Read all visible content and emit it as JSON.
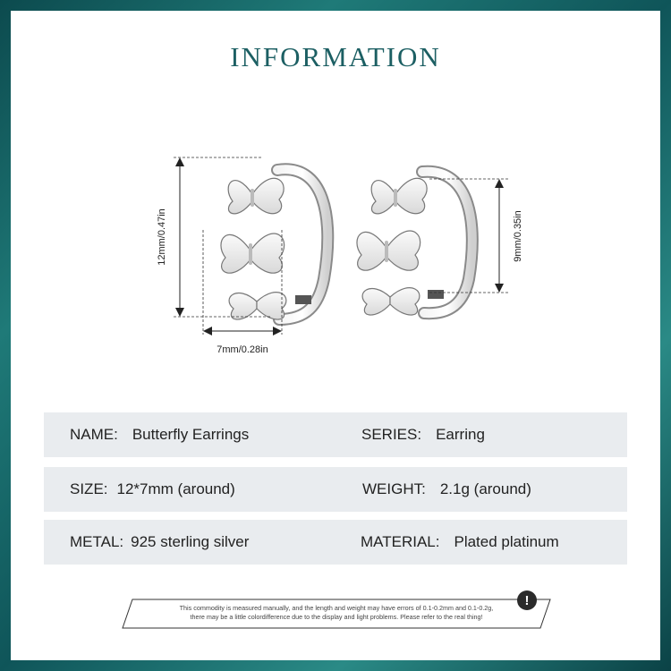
{
  "title": "INFORMATION",
  "dimensions": {
    "height_label": "12mm/0.47in",
    "width_label": "7mm/0.28in",
    "inner_label": "9mm/0.35in"
  },
  "specs": {
    "name_label": "NAME:",
    "name_value": "Butterfly Earrings",
    "series_label": "SERIES:",
    "series_value": "Earring",
    "size_label": "SIZE:",
    "size_value": "12*7mm (around)",
    "weight_label": "WEIGHT:",
    "weight_value": "2.1g (around)",
    "metal_label": "METAL:",
    "metal_value": "925 sterling silver",
    "material_label": "MATERIAL:",
    "material_value": "Plated platinum"
  },
  "disclaimer": {
    "line1": "This commodity is measured manually, and the length and weight may have errors of 0.1-0.2mm and 0.1-0.2g,",
    "line2": "there may be a little colordifference due to the display and light problems. Please refer to the real thing!"
  },
  "colors": {
    "accent": "#1c5f63",
    "row_bg": "#e9ecef",
    "frame": "#155f62"
  },
  "icons": {
    "warning": "exclamation-icon"
  }
}
